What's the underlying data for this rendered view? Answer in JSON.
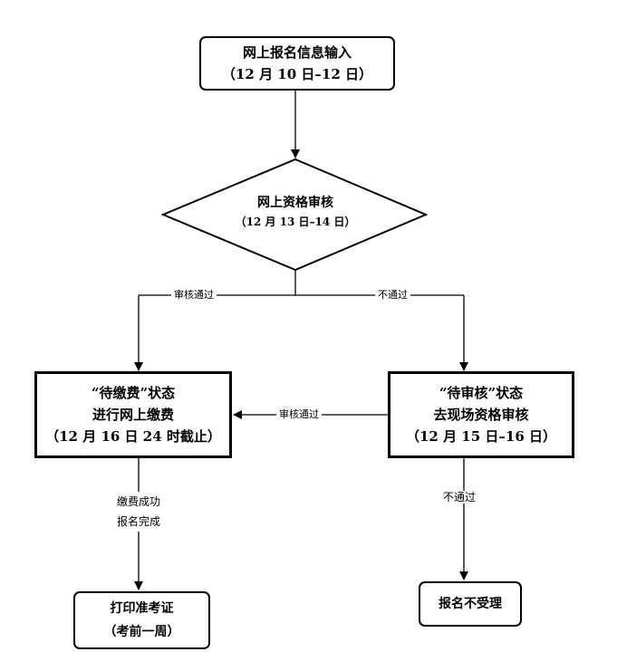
{
  "nodes": {
    "online_input": {
      "line1": "网上报名信息输入",
      "line2": "（12 月 10 日–12 日）"
    },
    "online_review": {
      "line1": "网上资格审核",
      "line2": "（12 月 13 日–14 日）"
    },
    "pending_payment": {
      "line1": "“待缴费”状态",
      "line2": "进行网上缴费",
      "line3": "（12 月 16 日 24 时截止）"
    },
    "pending_review": {
      "line1": "“待审核”状态",
      "line2": "去现场资格审核",
      "line3": "（12 月 15 日–16 日）"
    },
    "print_ticket": {
      "line1": "打印准考证",
      "line2": "（考前一周）"
    },
    "rejected": {
      "line1": "报名不受理"
    }
  },
  "edges": {
    "online_pass": "审核通过",
    "online_fail": "不通过",
    "onsite_pass": "审核通过",
    "onsite_fail": "不通过",
    "pay_success_line1": "缴费成功",
    "pay_success_line2": "报名完成"
  }
}
